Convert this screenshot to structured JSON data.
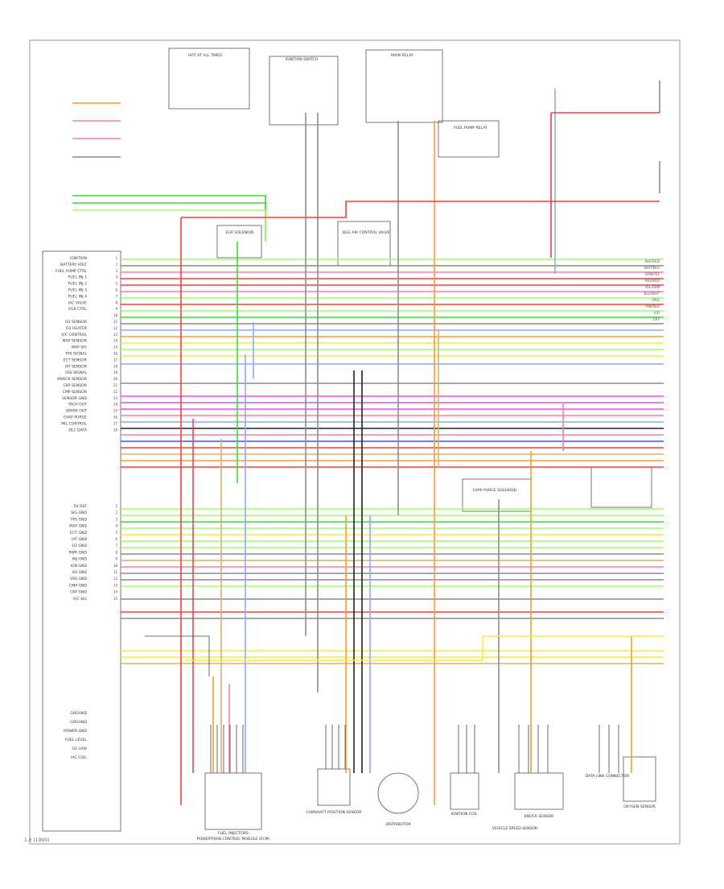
{
  "diagram": {
    "kind": "wiring-diagram",
    "page_id": "1.0 (1990)",
    "colors": {
      "red": "#ff3b3b",
      "pink": "#ff7aa8",
      "green": "#33dd33",
      "light_green": "#9cff6a",
      "yellow": "#f2ee3a",
      "orange": "#ff9a2e",
      "blue": "#3355ff",
      "light_blue": "#8aa8ff",
      "violet": "#c25cff",
      "magenta": "#ff40ff",
      "gray": "#8c8c8c",
      "black": "#222222",
      "tan": "#d9b06b",
      "white": "#cfcfcf"
    },
    "ecm_pin_labels_top": [
      "IGNITION",
      "BATTERY VOLT",
      "FUEL PUMP CTRL",
      "FUEL INJ 1",
      "FUEL INJ 2",
      "FUEL INJ 3",
      "FUEL INJ 4",
      "IAC VALVE",
      "EGR CTRL",
      "",
      "O2 SENSOR",
      "O2 HEATER",
      "A/C CONTROL",
      "MAP SENSOR",
      "MAP SIG",
      "TPS SIGNAL",
      "ECT SENSOR",
      "IAT SENSOR",
      "VSS SIGNAL",
      "KNOCK SENSOR",
      "CKP SENSOR",
      "CMP SENSOR",
      "SENSOR GND",
      "TACH OUT",
      "SPARK OUT",
      "EVAP PURGE",
      "MIL CONTROL",
      "DLC DATA"
    ],
    "ecm_pin_labels_mid": [
      "5V REF",
      "SIG GND",
      "TPS GND",
      "MAP GND",
      "ECT GND",
      "IAT GND",
      "O2 GND",
      "PWR GND",
      "INJ GND",
      "IGN GND",
      "KS GND",
      "VSS GND",
      "CMP GND",
      "CKP GND",
      "A/C SIG"
    ],
    "ecm_pin_labels_bottom": [
      "GROUND",
      "GROUND",
      "POWER GND",
      "FUEL LEVEL",
      "O2 LOW",
      "IAC COIL"
    ],
    "component_labels": [
      "HOT AT ALL TIMES",
      "IGNITION SWITCH",
      "MAIN RELAY",
      "FUEL PUMP RELAY",
      "POWERTRAIN CONTROL MODULE (ECM)",
      "CAMSHAFT POSITION SENSOR",
      "DISTRIBUTOR",
      "IGNITION COIL",
      "KNOCK SENSOR",
      "OXYGEN SENSOR",
      "IDLE AIR CONTROL VALVE",
      "VEHICLE SPEED SENSOR",
      "FUEL INJECTORS",
      "DATA LINK CONNECTOR",
      "EGR SOLENOID",
      "EVAP PURGE SOLENOID"
    ],
    "wire_codes": [
      "BLK/RED",
      "WHT/BLU",
      "GRN/YEL",
      "RED/BLK",
      "YEL/GRN",
      "BLU/WHT",
      "ORG",
      "PNK/BLK",
      "VIO",
      "GRY"
    ]
  }
}
